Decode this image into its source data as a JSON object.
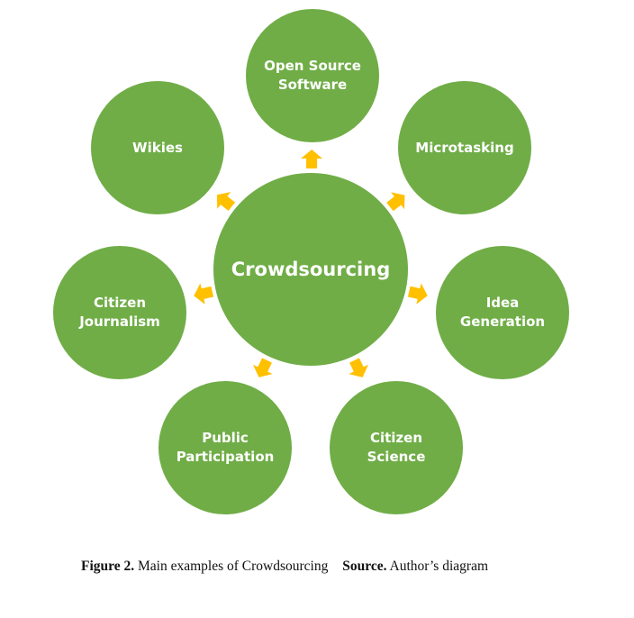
{
  "diagram": {
    "center": "Crowdsourcing",
    "nodes": [
      "Open Source\nSoftware",
      "Microtasking",
      "Idea\nGeneration",
      "Citizen\nScience",
      "Public\nParticipation",
      "Citizen\nJournalism",
      "Wikies"
    ],
    "colors": {
      "circle": "#70ad47",
      "arrow": "#ffc000",
      "text": "#ffffff"
    }
  },
  "caption": {
    "label": "Figure 2.",
    "text": "Main examples of Crowdsourcing",
    "source_label": "Source.",
    "source_text": "Author’s diagram"
  }
}
